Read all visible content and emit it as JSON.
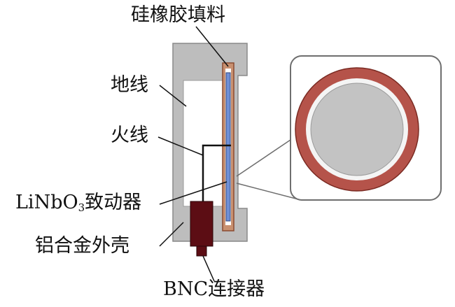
{
  "labels": {
    "silicone_filler": "硅橡胶填料",
    "ground_wire": "地线",
    "live_wire": "火线",
    "actuator_prefix": "LiNbO",
    "actuator_sub": "3",
    "actuator_suffix": "致动器",
    "aluminum_shell": "铝合金外壳",
    "bnc_connector": "BNC连接器"
  },
  "colors": {
    "housing_gray": "#bdbdbd",
    "housing_stroke": "#8a8a8a",
    "silicone_brown": "#b0704f",
    "actuator_blue": "#6f8fd6",
    "connector_maroon": "#5c0d14",
    "ring_red": "#b5534a",
    "disc_gray": "#c3c3c3",
    "line_black": "#111111"
  }
}
